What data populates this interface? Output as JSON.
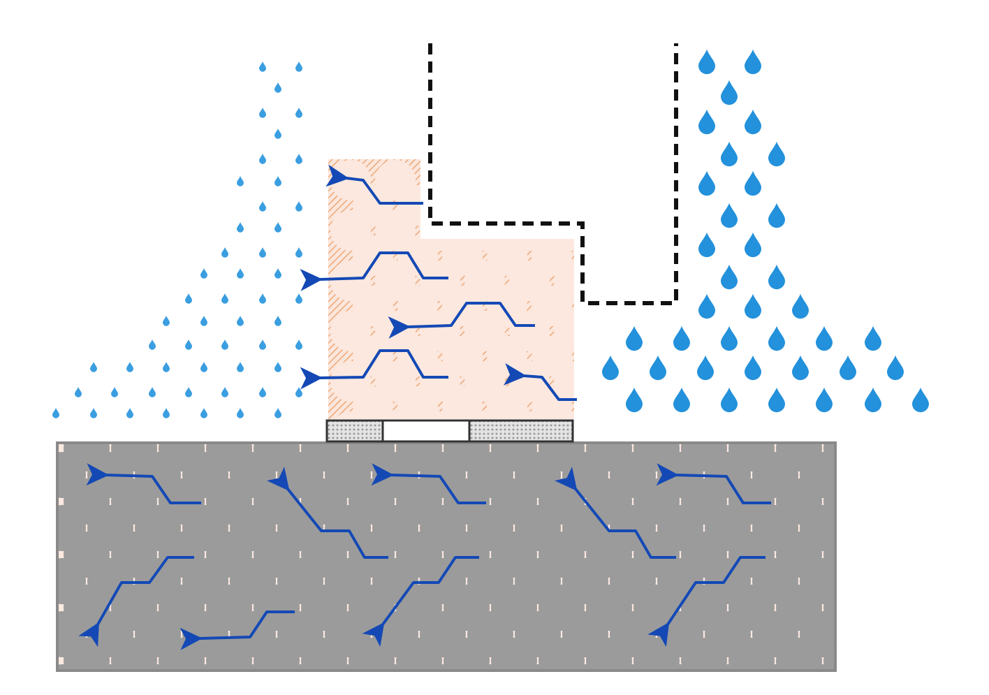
{
  "colors": {
    "background": "#ffffff",
    "drop_small": "#3a9ee0",
    "drop_large": "#2391db",
    "dam_fill": "#fbe6dc",
    "dam_hatch": "#eea877",
    "foundation_fill": "#fbe9e1",
    "foundation_grain": "#9b9b9b",
    "foundation_border": "#8a8a8a",
    "flow_arrow": "#1449b5",
    "dashed_outline": "#111111",
    "drain_fill": "#e4e4e4",
    "drain_dot": "#9a9a9a",
    "drain_gap": "#ffffff",
    "drain_border": "#333333"
  },
  "icons": {
    "water_drop": "water-drop-icon",
    "flow_arrow": "seepage-arrow-icon"
  },
  "diagram": {
    "elements": [
      "left-pore-pressure-drops",
      "right-water-drops",
      "dam-embankment",
      "dashed-excavation-outline",
      "drainage-blanket",
      "foundation-soil",
      "seepage-flow-arrows"
    ]
  }
}
